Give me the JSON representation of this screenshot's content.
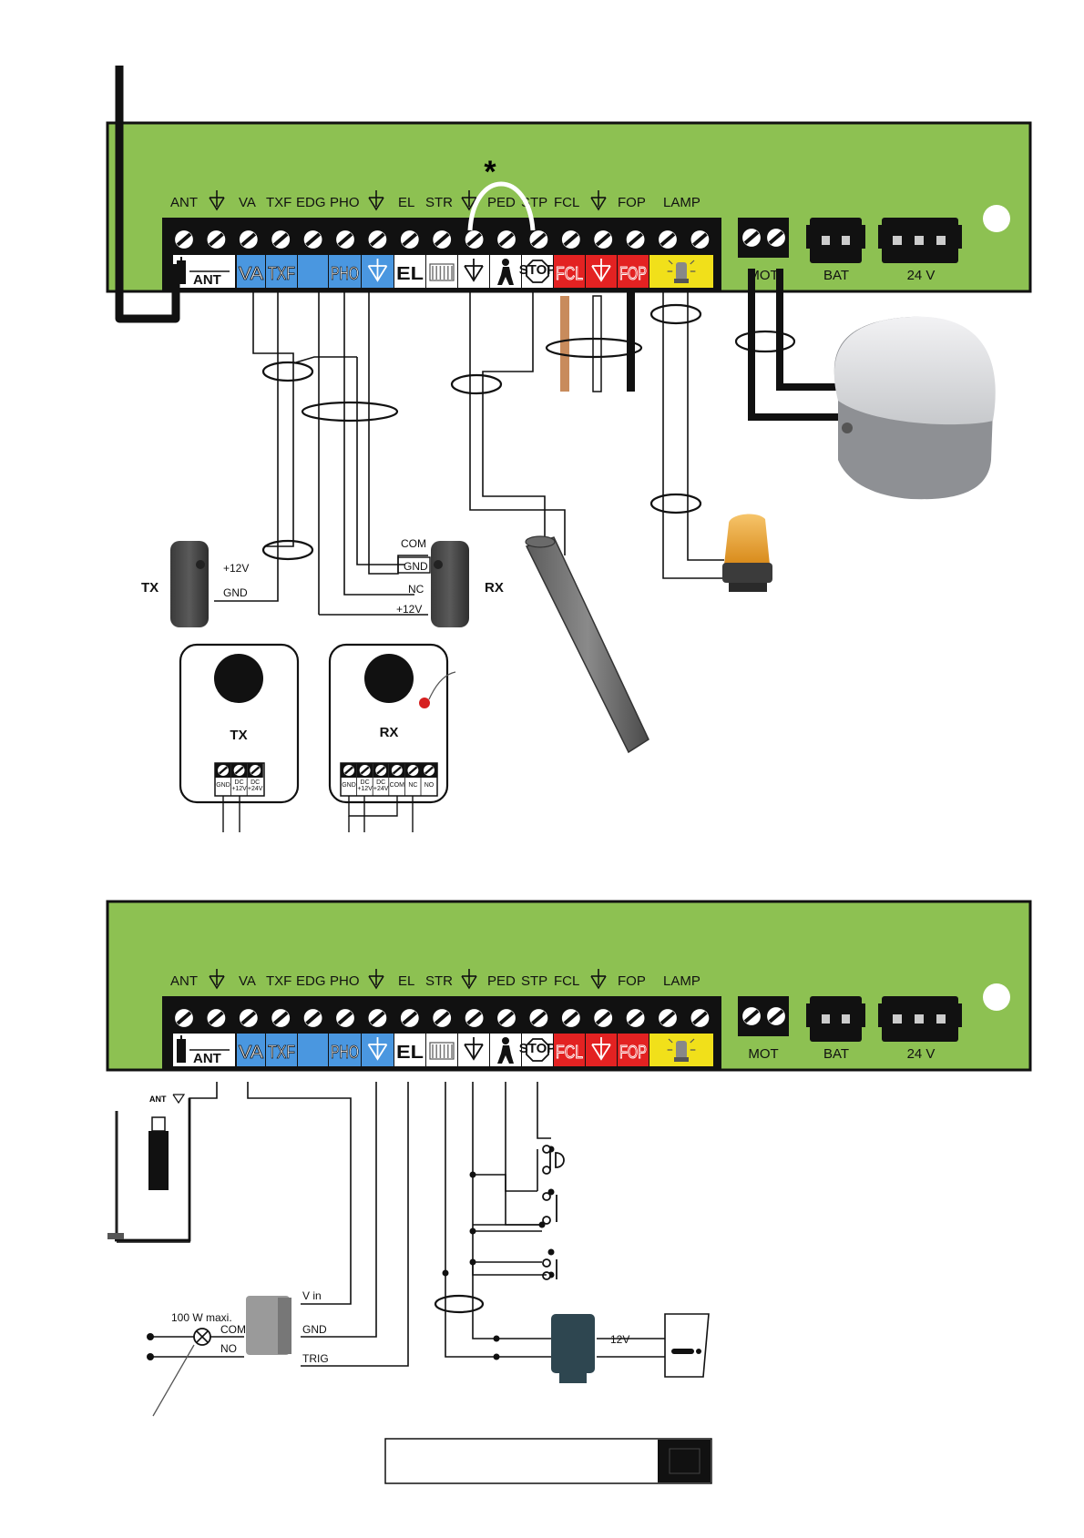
{
  "asterisk": "*",
  "boards": [
    {
      "top_labels": [
        "ANT",
        "VA",
        "TXF",
        "EDG",
        "PHO",
        "EL",
        "STR",
        "PED",
        "STP",
        "FCL",
        "FOP",
        "LAMP"
      ],
      "tile_labels": {
        "ant": "ANT",
        "va": "VA",
        "txf": "TXF",
        "pho": "PHO",
        "el": "EL",
        "stop": "STOP",
        "fcl": "FCL",
        "fop": "FOP"
      },
      "conn_labels": [
        "MOT",
        "BAT",
        "24 V"
      ]
    },
    {
      "top_labels": [
        "ANT",
        "VA",
        "TXF",
        "EDG",
        "PHO",
        "EL",
        "STR",
        "PED",
        "STP",
        "FCL",
        "FOP",
        "LAMP"
      ],
      "tile_labels": {
        "ant": "ANT",
        "va": "VA",
        "txf": "TXF",
        "pho": "PHO",
        "el": "EL",
        "stop": "STOP",
        "fcl": "FCL",
        "fop": "FOP"
      },
      "conn_labels": [
        "MOT",
        "BAT",
        "24 V"
      ]
    }
  ],
  "photocells": {
    "tx_side": "TX",
    "rx_side": "RX",
    "tx_wires": [
      "+12V",
      "GND"
    ],
    "rx_wires": [
      "COM",
      "GND",
      "NC",
      "+12V"
    ],
    "tx_module": {
      "title": "TX",
      "terminals": [
        "GND",
        "DC +12V",
        "DC +24V"
      ]
    },
    "rx_module": {
      "title": "RX",
      "terminals": [
        "GND",
        "DC +12V",
        "DC +24V",
        "COM",
        "NC",
        "NO"
      ]
    }
  },
  "lower": {
    "ant_small": "ANT",
    "vin": "V in",
    "gnd": "GND",
    "trig": "TRIG",
    "power_note": "100 W maxi.",
    "com": "COM",
    "no": "NO",
    "volt": "12V"
  },
  "colors": {
    "board": "#8dc152",
    "blue": "#4a97e0",
    "red": "#e32222",
    "yellow": "#f1e01a",
    "wire": "#111111",
    "copper": "#c88b5c"
  }
}
